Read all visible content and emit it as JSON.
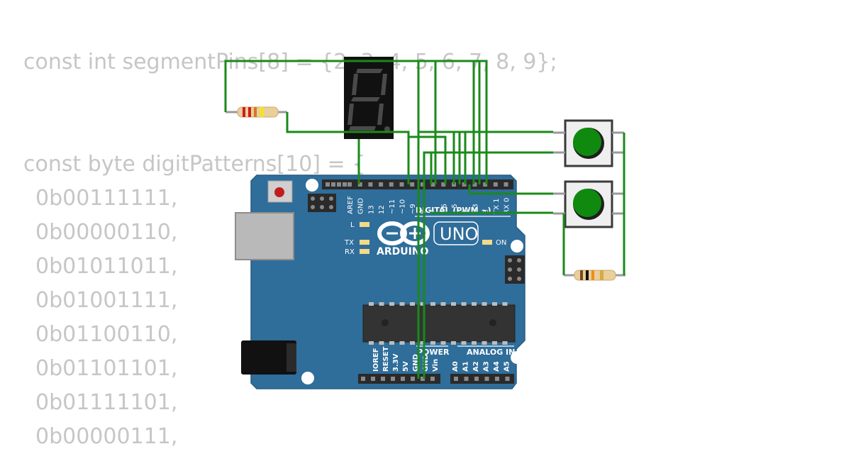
{
  "code": {
    "line1": "const int segmentPins[8] = {2, 3, 4, 5, 6, 7, 8, 9};",
    "line2": "const byte digitPatterns[10] = {",
    "patterns": [
      "0b00111111,",
      "0b00000110,",
      "0b01011011,",
      "0b01001111,",
      "0b01100110,",
      "0b01101101,",
      "0b01111101,",
      "0b00000111,"
    ]
  },
  "board": {
    "brand": "ARDUINO",
    "model": "UNO",
    "digital_header": "DIGITAL (PWM ~)",
    "power_header": "POWER",
    "analog_header": "ANALOG IN",
    "led_l": "L",
    "led_tx": "TX",
    "led_rx": "RX",
    "led_on": "ON",
    "digital_pins": [
      "AREF",
      "GND",
      "13",
      "12",
      "~11",
      "~10",
      "~9",
      "8",
      "7",
      "~6",
      "~5",
      "4",
      "~3",
      "2",
      "TX 1",
      "RX 0"
    ],
    "power_pins": [
      "IOREF",
      "RESET",
      "3.3V",
      "5V",
      "GND",
      "GND",
      "Vin"
    ],
    "analog_pins": [
      "A0",
      "A1",
      "A2",
      "A3",
      "A4",
      "A5"
    ]
  },
  "colors": {
    "board": "#2f6d9a",
    "wire": "#1a8a1a",
    "button_cap": "#0f8a0f",
    "code_text": "#c6c6c6"
  }
}
